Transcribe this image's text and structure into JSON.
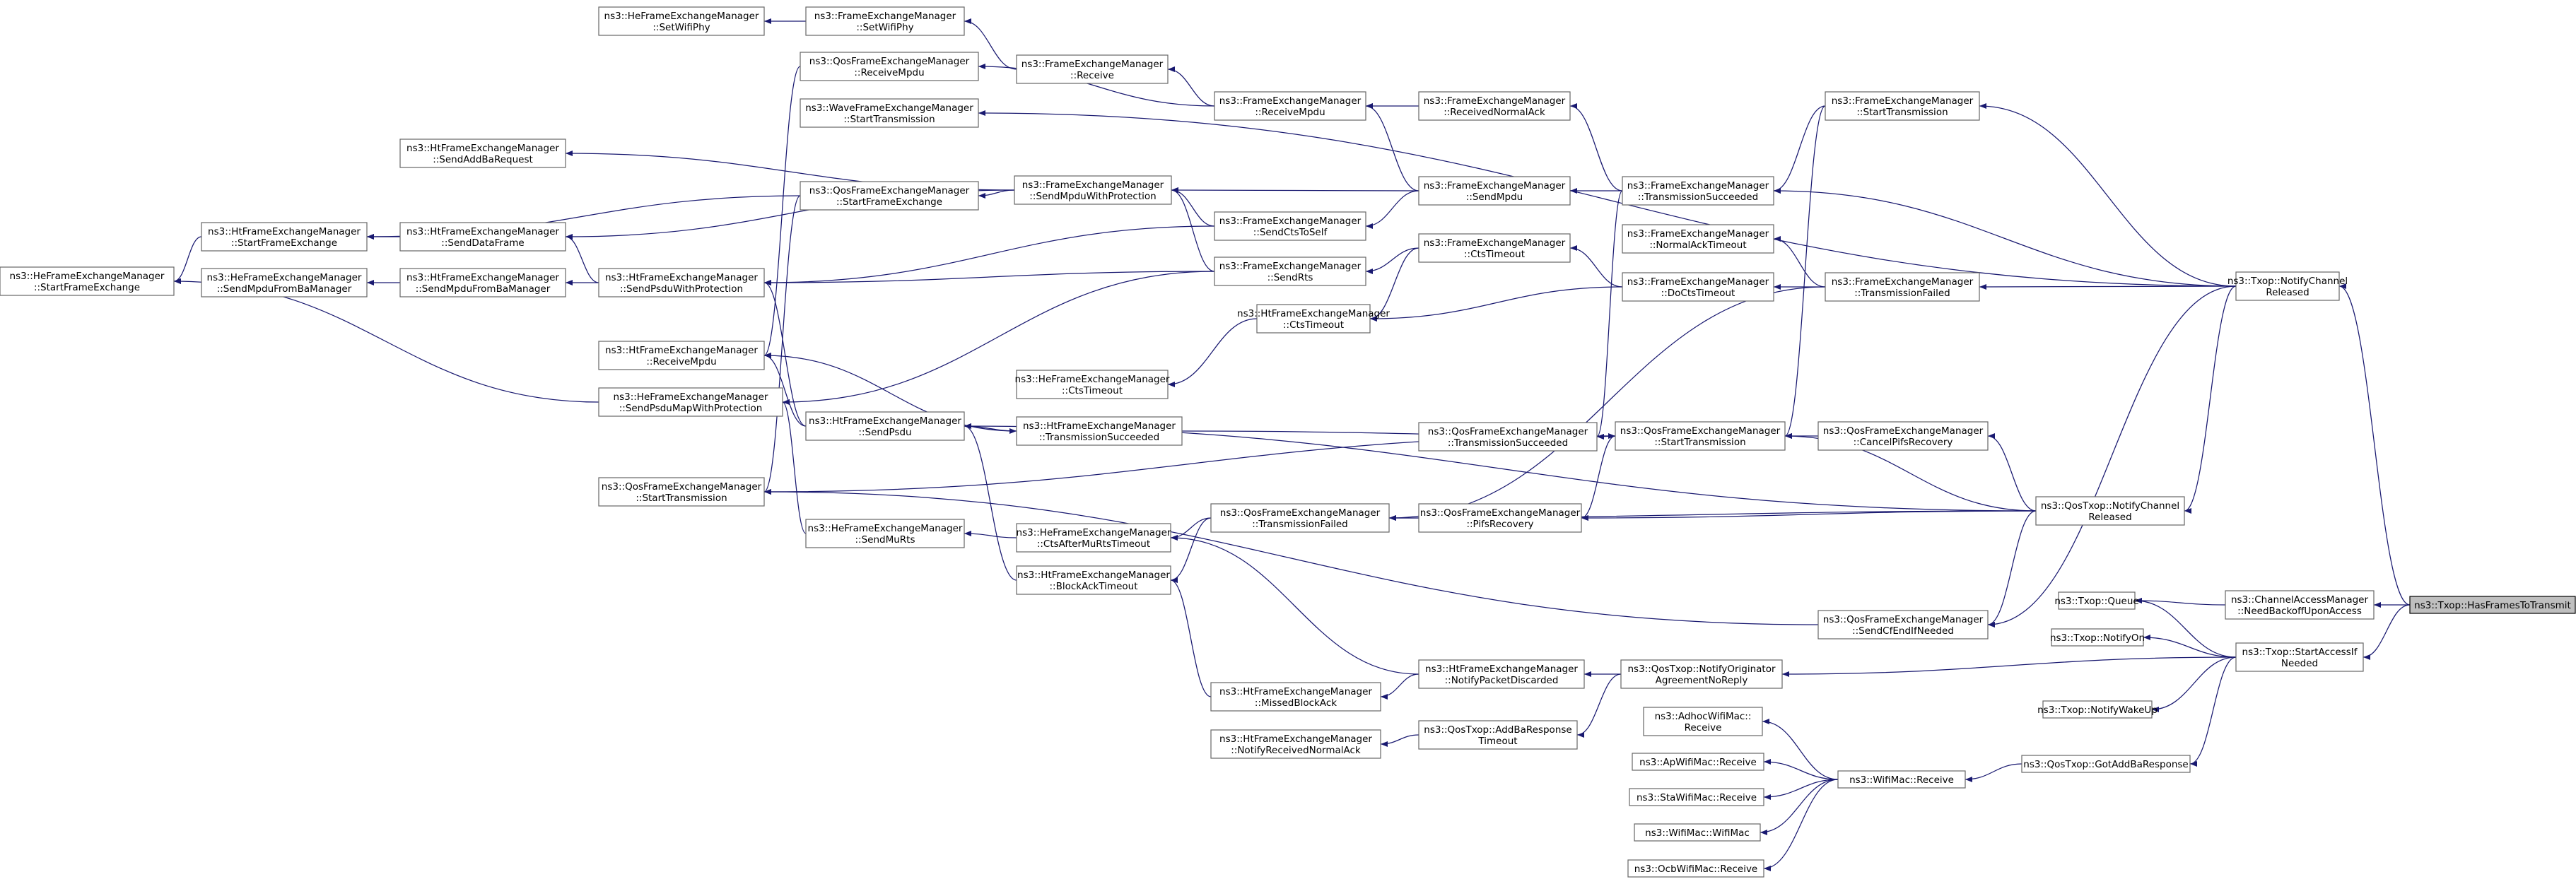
{
  "colors": {
    "edge": "#191970",
    "node_border": "#666666",
    "focus_fill": "#bfbfbf",
    "background": "#ffffff"
  },
  "nodes": [
    {
      "id": "he_setwifiphy",
      "lines": [
        "ns3::HeFrameExchangeManager",
        "::SetWifiPhy"
      ]
    },
    {
      "id": "fem_setwifiphy",
      "lines": [
        "ns3::FrameExchangeManager",
        "::SetWifiPhy"
      ]
    },
    {
      "id": "qos_receivempdu",
      "lines": [
        "ns3::QosFrameExchangeManager",
        "::ReceiveMpdu"
      ]
    },
    {
      "id": "fem_receive",
      "lines": [
        "ns3::FrameExchangeManager",
        "::Receive"
      ]
    },
    {
      "id": "wave_starttx",
      "lines": [
        "ns3::WaveFrameExchangeManager",
        "::StartTransmission"
      ]
    },
    {
      "id": "fem_receivempdu",
      "lines": [
        "ns3::FrameExchangeManager",
        "::ReceiveMpdu"
      ]
    },
    {
      "id": "fem_receivednormalack",
      "lines": [
        "ns3::FrameExchangeManager",
        "::ReceivedNormalAck"
      ]
    },
    {
      "id": "fem_starttx",
      "lines": [
        "ns3::FrameExchangeManager",
        "::StartTransmission"
      ]
    },
    {
      "id": "ht_sendaddbarequest",
      "lines": [
        "ns3::HtFrameExchangeManager",
        "::SendAddBaRequest"
      ]
    },
    {
      "id": "fem_sendmpduwithprot",
      "lines": [
        "ns3::FrameExchangeManager",
        "::SendMpduWithProtection"
      ]
    },
    {
      "id": "fem_sendmpdu",
      "lines": [
        "ns3::FrameExchangeManager",
        "::SendMpdu"
      ]
    },
    {
      "id": "fem_txsucceeded",
      "lines": [
        "ns3::FrameExchangeManager",
        "::TransmissionSucceeded"
      ]
    },
    {
      "id": "ht_startfe",
      "lines": [
        "ns3::HtFrameExchangeManager",
        "::StartFrameExchange"
      ]
    },
    {
      "id": "qos_startfe",
      "lines": [
        "ns3::QosFrameExchangeManager",
        "::StartFrameExchange"
      ]
    },
    {
      "id": "ht_senddataframe",
      "lines": [
        "ns3::HtFrameExchangeManager",
        "::SendDataFrame"
      ]
    },
    {
      "id": "fem_sendctstoself",
      "lines": [
        "ns3::FrameExchangeManager",
        "::SendCtsToSelf"
      ]
    },
    {
      "id": "fem_normalacktimeout",
      "lines": [
        "ns3::FrameExchangeManager",
        "::NormalAckTimeout"
      ]
    },
    {
      "id": "he_startfe",
      "lines": [
        "ns3::HeFrameExchangeManager",
        "::StartFrameExchange"
      ]
    },
    {
      "id": "he_sendmpdufromba",
      "lines": [
        "ns3::HeFrameExchangeManager",
        "::SendMpduFromBaManager"
      ]
    },
    {
      "id": "ht_sendmpdufromba",
      "lines": [
        "ns3::HtFrameExchangeManager",
        "::SendMpduFromBaManager"
      ]
    },
    {
      "id": "ht_sendpsduwithprot",
      "lines": [
        "ns3::HtFrameExchangeManager",
        "::SendPsduWithProtection"
      ]
    },
    {
      "id": "fem_sendrts",
      "lines": [
        "ns3::FrameExchangeManager",
        "::SendRts"
      ]
    },
    {
      "id": "fem_ctstimeout",
      "lines": [
        "ns3::FrameExchangeManager",
        "::CtsTimeout"
      ]
    },
    {
      "id": "fem_doctstimeout",
      "lines": [
        "ns3::FrameExchangeManager",
        "::DoCtsTimeout"
      ]
    },
    {
      "id": "fem_txfailed",
      "lines": [
        "ns3::FrameExchangeManager",
        "::TransmissionFailed"
      ]
    },
    {
      "id": "txop_notifychannelreleased",
      "lines": [
        "ns3::Txop::NotifyChannel",
        "Released"
      ]
    },
    {
      "id": "ht_ctstimeout",
      "lines": [
        "ns3::HtFrameExchangeManager",
        "::CtsTimeout"
      ]
    },
    {
      "id": "ht_receivempdu",
      "lines": [
        "ns3::HtFrameExchangeManager",
        "::ReceiveMpdu"
      ]
    },
    {
      "id": "he_ctstimeout",
      "lines": [
        "ns3::HeFrameExchangeManager",
        "::CtsTimeout"
      ]
    },
    {
      "id": "he_sendpsdumapwithprot",
      "lines": [
        "ns3::HeFrameExchangeManager",
        "::SendPsduMapWithProtection"
      ]
    },
    {
      "id": "ht_sendpsdu",
      "lines": [
        "ns3::HtFrameExchangeManager",
        "::SendPsdu"
      ]
    },
    {
      "id": "ht_txsucceeded",
      "lines": [
        "ns3::HtFrameExchangeManager",
        "::TransmissionSucceeded"
      ]
    },
    {
      "id": "qos_txsucceeded",
      "lines": [
        "ns3::QosFrameExchangeManager",
        "::TransmissionSucceeded"
      ]
    },
    {
      "id": "qos_starttx",
      "lines": [
        "ns3::QosFrameExchangeManager",
        "::StartTransmission"
      ]
    },
    {
      "id": "qos_cancelpifsrecovery",
      "lines": [
        "ns3::QosFrameExchangeManager",
        "::CancelPifsRecovery"
      ]
    },
    {
      "id": "qos_starttx_left",
      "lines": [
        "ns3::QosFrameExchangeManager",
        "::StartTransmission"
      ]
    },
    {
      "id": "qostxop_notifychannelreleased",
      "lines": [
        "ns3::QosTxop::NotifyChannel",
        "Released"
      ]
    },
    {
      "id": "qos_txfailed",
      "lines": [
        "ns3::QosFrameExchangeManager",
        "::TransmissionFailed"
      ]
    },
    {
      "id": "qos_pifsrecovery",
      "lines": [
        "ns3::QosFrameExchangeManager",
        "::PifsRecovery"
      ]
    },
    {
      "id": "he_sendmurts",
      "lines": [
        "ns3::HeFrameExchangeManager",
        "::SendMuRts"
      ]
    },
    {
      "id": "ht_ctsaftermurtstimeout",
      "lines": [
        "ns3::HeFrameExchangeManager",
        "::CtsAfterMuRtsTimeout"
      ]
    },
    {
      "id": "ht_blockacktimeout",
      "lines": [
        "ns3::HtFrameExchangeManager",
        "::BlockAckTimeout"
      ]
    },
    {
      "id": "txop_queue",
      "lines": [
        "ns3::Txop::Queue"
      ]
    },
    {
      "id": "cam_needbackoff",
      "lines": [
        "ns3::ChannelAccessManager",
        "::NeedBackoffUponAccess"
      ]
    },
    {
      "id": "txop_hasframestotransmit",
      "lines": [
        "ns3::Txop::HasFramesToTransmit"
      ],
      "focus": true
    },
    {
      "id": "qos_sendcfendifneeded",
      "lines": [
        "ns3::QosFrameExchangeManager",
        "::SendCfEndIfNeeded"
      ]
    },
    {
      "id": "txop_notifyon",
      "lines": [
        "ns3::Txop::NotifyOn"
      ]
    },
    {
      "id": "txop_startaccessifneeded",
      "lines": [
        "ns3::Txop::StartAccessIf",
        "Needed"
      ]
    },
    {
      "id": "ht_notifypacketdiscarded",
      "lines": [
        "ns3::HtFrameExchangeManager",
        "::NotifyPacketDiscarded"
      ]
    },
    {
      "id": "qostxop_notifyoriginator",
      "lines": [
        "ns3::QosTxop::NotifyOriginator",
        "AgreementNoReply"
      ]
    },
    {
      "id": "ht_missedblockack",
      "lines": [
        "ns3::HtFrameExchangeManager",
        "::MissedBlockAck"
      ]
    },
    {
      "id": "txop_notifywakeup",
      "lines": [
        "ns3::Txop::NotifyWakeUp"
      ]
    },
    {
      "id": "adhoc_receive",
      "lines": [
        "ns3::AdhocWifiMac::",
        "Receive"
      ]
    },
    {
      "id": "ht_notifyreceivednormalack",
      "lines": [
        "ns3::HtFrameExchangeManager",
        "::NotifyReceivedNormalAck"
      ]
    },
    {
      "id": "qostxop_addbaresponsetimeout",
      "lines": [
        "ns3::QosTxop::AddBaResponse",
        "Timeout"
      ]
    },
    {
      "id": "ap_receive",
      "lines": [
        "ns3::ApWifiMac::Receive"
      ]
    },
    {
      "id": "wifimac_receive",
      "lines": [
        "ns3::WifiMac::Receive"
      ]
    },
    {
      "id": "qostxop_gotaddbaresponse",
      "lines": [
        "ns3::QosTxop::GotAddBaResponse"
      ]
    },
    {
      "id": "sta_receive",
      "lines": [
        "ns3::StaWifiMac::Receive"
      ]
    },
    {
      "id": "wifimac_wifimac",
      "lines": [
        "ns3::WifiMac::WifiMac"
      ]
    },
    {
      "id": "ocb_receive",
      "lines": [
        "ns3::OcbWifiMac::Receive"
      ]
    }
  ],
  "edges": [
    [
      "he_setwifiphy",
      "fem_setwifiphy"
    ],
    [
      "fem_setwifiphy",
      "fem_receive"
    ],
    [
      "fem_receive",
      "fem_receivempdu"
    ],
    [
      "qos_receivempdu",
      "fem_receivempdu"
    ],
    [
      "fem_receivempdu",
      "fem_receivednormalack"
    ],
    [
      "fem_receivempdu",
      "fem_sendmpdu"
    ],
    [
      "fem_receivednormalack",
      "fem_txsucceeded"
    ],
    [
      "fem_sendmpdu",
      "fem_txsucceeded"
    ],
    [
      "fem_txsucceeded",
      "fem_starttx"
    ],
    [
      "wave_starttx",
      "txop_notifychannelreleased"
    ],
    [
      "fem_starttx",
      "txop_notifychannelreleased"
    ],
    [
      "fem_txsucceeded",
      "txop_notifychannelreleased"
    ],
    [
      "fem_txfailed",
      "txop_notifychannelreleased"
    ],
    [
      "txop_notifychannelreleased",
      "txop_hasframestotransmit"
    ],
    [
      "ht_sendaddbarequest",
      "fem_sendmpduwithprot"
    ],
    [
      "qos_startfe",
      "fem_sendmpduwithprot"
    ],
    [
      "ht_senddataframe",
      "fem_sendmpduwithprot"
    ],
    [
      "ht_startfe",
      "qos_startfe"
    ],
    [
      "ht_startfe",
      "ht_senddataframe"
    ],
    [
      "he_startfe",
      "ht_startfe"
    ],
    [
      "fem_sendmpduwithprot",
      "fem_sendmpdu"
    ],
    [
      "fem_sendmpduwithprot",
      "fem_sendctstoself"
    ],
    [
      "fem_sendmpduwithprot",
      "fem_sendrts"
    ],
    [
      "fem_sendctstoself",
      "fem_sendmpdu"
    ],
    [
      "ht_sendpsduwithprot",
      "fem_sendctstoself"
    ],
    [
      "ht_sendpsduwithprot",
      "fem_sendrts"
    ],
    [
      "fem_normalacktimeout",
      "fem_txfailed"
    ],
    [
      "he_sendmpdufromba",
      "ht_sendmpdufromba"
    ],
    [
      "ht_sendmpdufromba",
      "ht_sendpsduwithprot"
    ],
    [
      "ht_senddataframe",
      "ht_sendpsduwithprot"
    ],
    [
      "he_startfe",
      "he_sendpsdumapwithprot"
    ],
    [
      "he_sendpsdumapwithprot",
      "fem_sendrts"
    ],
    [
      "fem_sendrts",
      "fem_ctstimeout"
    ],
    [
      "fem_ctstimeout",
      "fem_doctstimeout"
    ],
    [
      "ht_ctstimeout",
      "fem_ctstimeout"
    ],
    [
      "ht_ctstimeout",
      "fem_doctstimeout"
    ],
    [
      "he_ctstimeout",
      "ht_ctstimeout"
    ],
    [
      "fem_doctstimeout",
      "fem_txfailed"
    ],
    [
      "ht_receivempdu",
      "qos_receivempdu"
    ],
    [
      "ht_receivempdu",
      "ht_sendpsdu"
    ],
    [
      "ht_sendpsduwithprot",
      "ht_sendpsdu"
    ],
    [
      "ht_txsucceeded",
      "ht_sendpsdu"
    ],
    [
      "ht_receivempdu",
      "ht_txsucceeded"
    ],
    [
      "qos_starttx_left",
      "qos_startfe"
    ],
    [
      "qos_starttx_left",
      "qos_starttx"
    ],
    [
      "qos_txsucceeded",
      "qos_starttx"
    ],
    [
      "qos_starttx",
      "ht_txsucceeded"
    ],
    [
      "qos_txsucceeded",
      "fem_txsucceeded"
    ],
    [
      "qos_starttx",
      "fem_starttx"
    ],
    [
      "qos_starttx",
      "qos_cancelpifsrecovery"
    ],
    [
      "qos_starttx",
      "qostxop_notifychannelreleased"
    ],
    [
      "qos_cancelpifsrecovery",
      "qostxop_notifychannelreleased"
    ],
    [
      "qostxop_notifychannelreleased",
      "txop_notifychannelreleased"
    ],
    [
      "qos_txfailed",
      "qostxop_notifychannelreleased"
    ],
    [
      "qos_pifsrecovery",
      "qostxop_notifychannelreleased"
    ],
    [
      "qos_txfailed",
      "qos_pifsrecovery"
    ],
    [
      "qos_pifsrecovery",
      "qos_starttx"
    ],
    [
      "qos_txfailed",
      "fem_txfailed"
    ],
    [
      "ht_ctsaftermurtstimeout",
      "qos_txfailed"
    ],
    [
      "ht_blockacktimeout",
      "qos_txfailed"
    ],
    [
      "he_sendmurts",
      "ht_ctsaftermurtstimeout"
    ],
    [
      "he_sendpsdumapwithprot",
      "he_sendmurts"
    ],
    [
      "ht_sendpsdu",
      "ht_blockacktimeout"
    ],
    [
      "ht_sendpsdu",
      "qostxop_notifychannelreleased"
    ],
    [
      "qos_sendcfendifneeded",
      "qostxop_notifychannelreleased"
    ],
    [
      "qos_sendcfendifneeded",
      "txop_notifychannelreleased"
    ],
    [
      "qos_starttx_left",
      "qos_sendcfendifneeded"
    ],
    [
      "txop_queue",
      "cam_needbackoff"
    ],
    [
      "cam_needbackoff",
      "txop_hasframestotransmit"
    ],
    [
      "txop_queue",
      "txop_startaccessifneeded"
    ],
    [
      "txop_notifyon",
      "txop_startaccessifneeded"
    ],
    [
      "txop_notifywakeup",
      "txop_startaccessifneeded"
    ],
    [
      "qostxop_gotaddbaresponse",
      "txop_startaccessifneeded"
    ],
    [
      "qostxop_notifyoriginator",
      "txop_startaccessifneeded"
    ],
    [
      "txop_startaccessifneeded",
      "txop_hasframestotransmit"
    ],
    [
      "ht_notifypacketdiscarded",
      "qostxop_notifyoriginator"
    ],
    [
      "ht_ctsaftermurtstimeout",
      "ht_notifypacketdiscarded"
    ],
    [
      "ht_missedblockack",
      "ht_notifypacketdiscarded"
    ],
    [
      "ht_blockacktimeout",
      "ht_missedblockack"
    ],
    [
      "ht_notifyreceivednormalack",
      "qostxop_addbaresponsetimeout"
    ],
    [
      "qostxop_addbaresponsetimeout",
      "qostxop_notifyoriginator"
    ],
    [
      "adhoc_receive",
      "wifimac_receive"
    ],
    [
      "ap_receive",
      "wifimac_receive"
    ],
    [
      "sta_receive",
      "wifimac_receive"
    ],
    [
      "wifimac_wifimac",
      "wifimac_receive"
    ],
    [
      "ocb_receive",
      "wifimac_receive"
    ],
    [
      "wifimac_receive",
      "qostxop_gotaddbaresponse"
    ]
  ]
}
